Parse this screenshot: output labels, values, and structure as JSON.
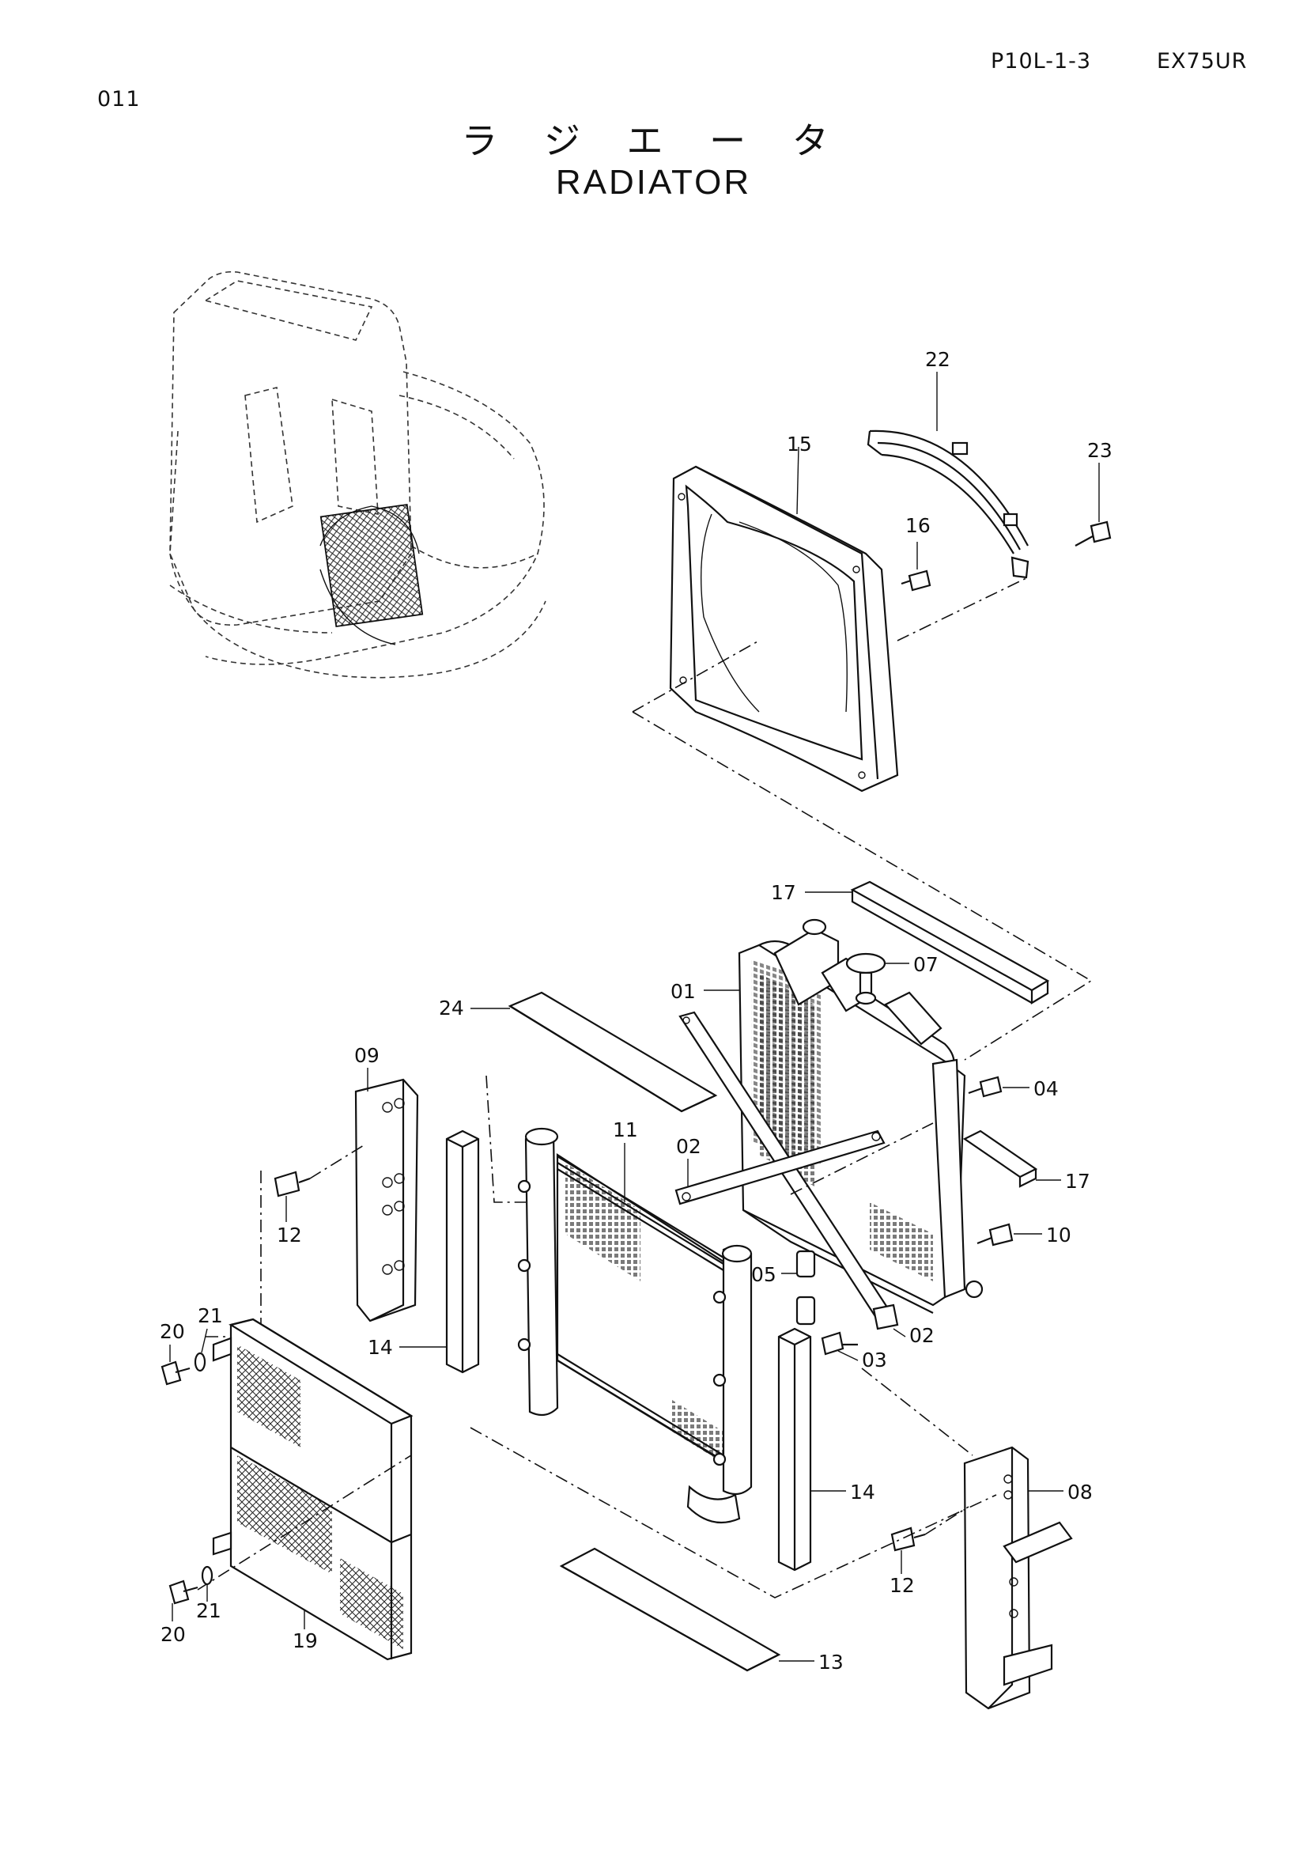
{
  "header": {
    "page_number": "011",
    "doc_code": "P10L-1-3",
    "model": "EX75UR"
  },
  "title": {
    "japanese": "ラ ジ エ ー タ",
    "english": "RADIATOR"
  },
  "callouts": {
    "c01": "01",
    "c02a": "02",
    "c02b": "02",
    "c03": "03",
    "c04": "04",
    "c05": "05",
    "c07": "07",
    "c08": "08",
    "c09": "09",
    "c10": "10",
    "c11": "11",
    "c12a": "12",
    "c12b": "12",
    "c13": "13",
    "c14a": "14",
    "c14b": "14",
    "c15": "15",
    "c16": "16",
    "c17a": "17",
    "c17b": "17",
    "c19": "19",
    "c20a": "20",
    "c20b": "20",
    "c21a": "21",
    "c21b": "21",
    "c22": "22",
    "c23": "23",
    "c24": "24"
  },
  "colors": {
    "ink": "#111111",
    "paper": "#ffffff"
  }
}
